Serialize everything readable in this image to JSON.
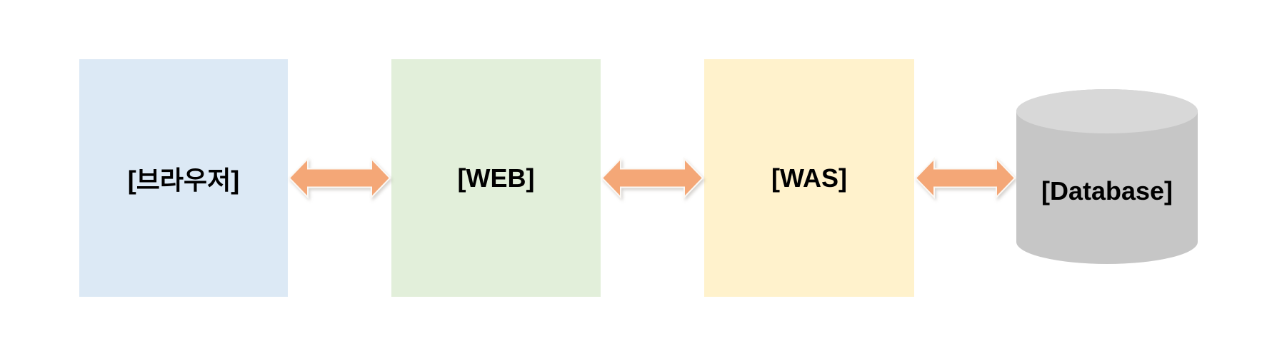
{
  "diagram": {
    "type": "architecture-flow",
    "background": "#FFFFFF",
    "nodes": [
      {
        "id": "browser",
        "label": "[브라우저]",
        "shape": "rectangle",
        "fill": "#DCE9F5",
        "text_color": "#000000"
      },
      {
        "id": "web",
        "label": "[WEB]",
        "shape": "rectangle",
        "fill": "#E2EFDA",
        "text_color": "#000000"
      },
      {
        "id": "was",
        "label": "[WAS]",
        "shape": "rectangle",
        "fill": "#FFF2CC",
        "text_color": "#000000"
      },
      {
        "id": "database",
        "label": "[Database]",
        "shape": "cylinder",
        "fill": "#C6C6C6",
        "top_fill": "#D8D8D8",
        "text_color": "#000000"
      }
    ],
    "connectors": [
      {
        "from": "browser",
        "to": "web",
        "style": "double-headed-arrow",
        "color": "#F4A777"
      },
      {
        "from": "web",
        "to": "was",
        "style": "double-headed-arrow",
        "color": "#F4A777"
      },
      {
        "from": "was",
        "to": "database",
        "style": "double-headed-arrow",
        "color": "#F4A777"
      }
    ]
  }
}
